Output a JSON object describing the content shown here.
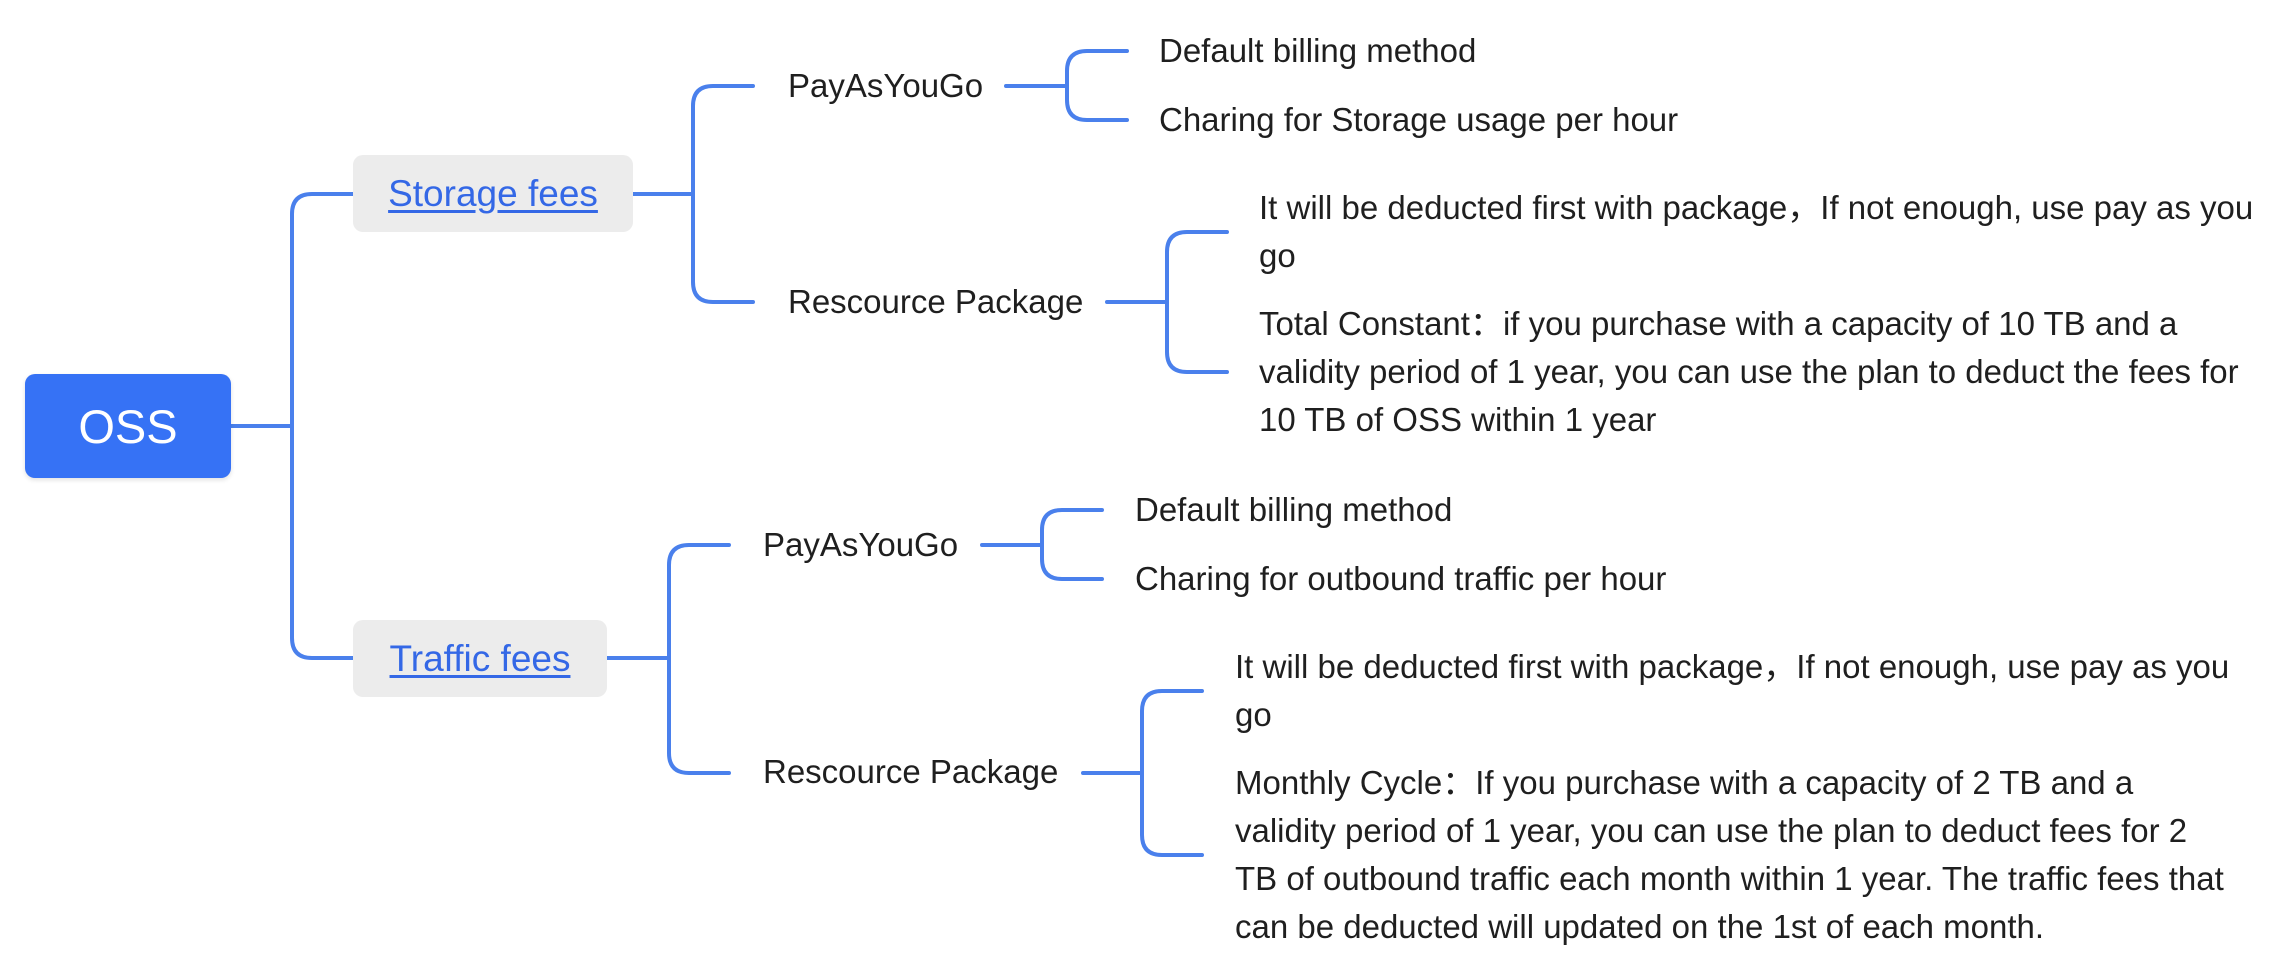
{
  "root": {
    "label": "OSS"
  },
  "branches": [
    {
      "label": "Storage fees",
      "children": [
        {
          "label": "PayAsYouGo",
          "items": [
            "Default billing method",
            "Charing for Storage usage per hour"
          ]
        },
        {
          "label": "Rescource Package",
          "items": [
            "It will be deducted first with package，If not enough, use pay as you go",
            "Total Constant：if you purchase with a capacity of 10 TB and a validity period of 1 year, you can use the plan to deduct the fees for 10 TB of OSS within 1 year"
          ]
        }
      ]
    },
    {
      "label": "Traffic fees",
      "children": [
        {
          "label": "PayAsYouGo",
          "items": [
            "Default billing method",
            "Charing for outbound traffic per hour"
          ]
        },
        {
          "label": "Rescource Package",
          "items": [
            "It will be deducted first with package，If not enough, use pay as you go",
            "Monthly Cycle：If you purchase with a capacity of 2 TB and a validity period of 1 year, you can use the plan to deduct fees for 2 TB of outbound traffic each month within 1 year. The traffic fees that can be deducted will updated on the 1st of each month."
          ]
        }
      ]
    }
  ],
  "colors": {
    "root_fill": "#3672f5",
    "connector": "#4a80ec",
    "category_fill": "#ececec",
    "link_text": "#3468e6"
  }
}
